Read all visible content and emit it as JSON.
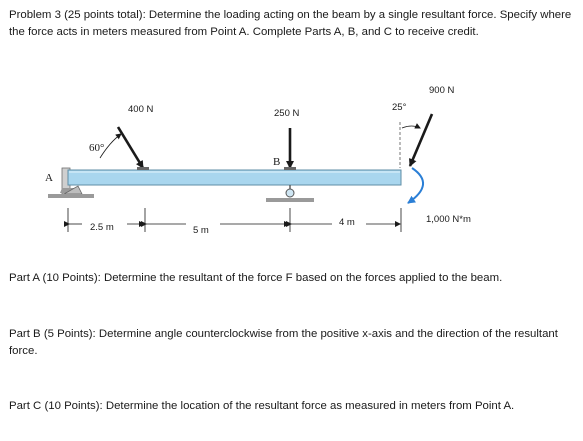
{
  "problem": {
    "statement": "Problem 3 (25 points total): Determine the loading acting on the beam by a single resultant force. Specify where the force acts in meters measured from Point A.  Complete Parts A, B, and C to receive credit."
  },
  "figure": {
    "point_a_label": "A",
    "point_b_label": "B",
    "forces": [
      {
        "label": "400 N",
        "angle_label": "60°"
      },
      {
        "label": "250 N"
      },
      {
        "label": "900 N",
        "angle_label": "25°"
      }
    ],
    "moment_label": "1,000 N*m",
    "dimensions": [
      "2.5 m",
      "5 m",
      "4 m"
    ],
    "colors": {
      "beam": "#a9d6ee",
      "beam_edge": "#5f8ea6",
      "support": "#8a8a8a",
      "moment_arrow": "#2b7fd6"
    }
  },
  "parts": [
    {
      "text": "Part A (10 Points): Determine the resultant of the force F based on the forces applied to the beam."
    },
    {
      "text": "Part B (5 Points): Determine angle counterclockwise from the positive x-axis and the direction of the resultant force."
    },
    {
      "text": "Part C (10 Points): Determine the location of the resultant force as measured in meters from Point A."
    }
  ]
}
